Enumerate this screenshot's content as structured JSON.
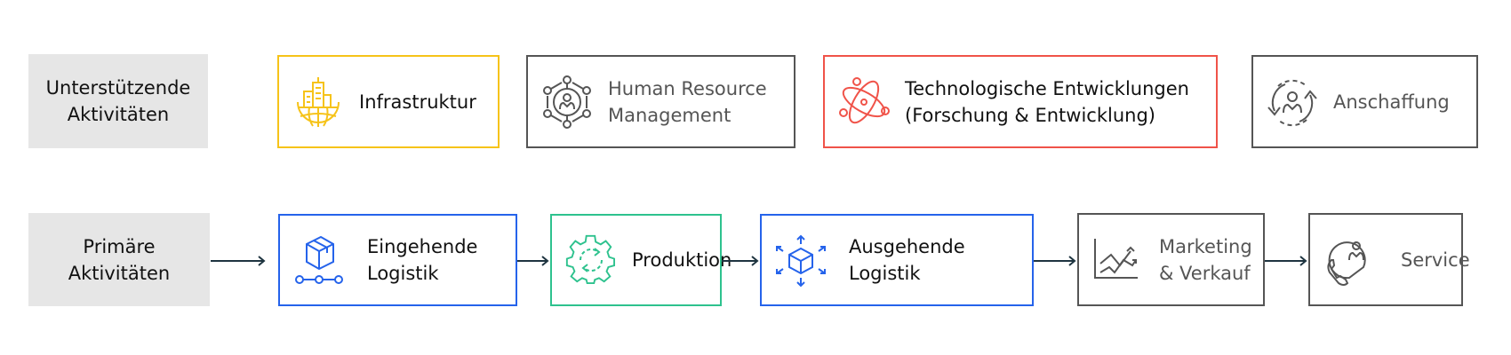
{
  "rows": {
    "support": {
      "label": [
        "Unterstützende",
        "Aktivitäten"
      ],
      "items": [
        {
          "id": "infrastruktur",
          "lines": [
            "Infrastruktur"
          ],
          "icon": "city-globe-icon",
          "color": "#f6c319"
        },
        {
          "id": "hr",
          "lines": [
            "Human Resource",
            "Management"
          ],
          "icon": "people-network-icon",
          "color": "#555555"
        },
        {
          "id": "tech",
          "lines": [
            "Technologische Entwicklungen",
            "(Forschung & Entwicklung)"
          ],
          "icon": "atom-icon",
          "color": "#f05349"
        },
        {
          "id": "anschaffung",
          "lines": [
            "Anschaffung"
          ],
          "icon": "person-cycle-icon",
          "color": "#555555"
        }
      ]
    },
    "primary": {
      "label": [
        "Primäre",
        "Aktivitäten"
      ],
      "items": [
        {
          "id": "eingehende",
          "lines": [
            "Eingehende",
            "Logistik"
          ],
          "icon": "box-conveyor-icon",
          "color": "#2563eb"
        },
        {
          "id": "produktion",
          "lines": [
            "Produktion"
          ],
          "icon": "gear-cycle-icon",
          "color": "#2ec28e"
        },
        {
          "id": "ausgehende",
          "lines": [
            "Ausgehende",
            "Logistik"
          ],
          "icon": "box-distribute-icon",
          "color": "#2563eb"
        },
        {
          "id": "marketing",
          "lines": [
            "Marketing",
            "& Verkauf"
          ],
          "icon": "trend-chart-icon",
          "color": "#555555"
        },
        {
          "id": "service",
          "lines": [
            "Service"
          ],
          "icon": "phone-support-icon",
          "color": "#555555"
        }
      ]
    }
  },
  "colors": {
    "label_bg": "#e6e6e6",
    "arrow": "#1e3440"
  }
}
